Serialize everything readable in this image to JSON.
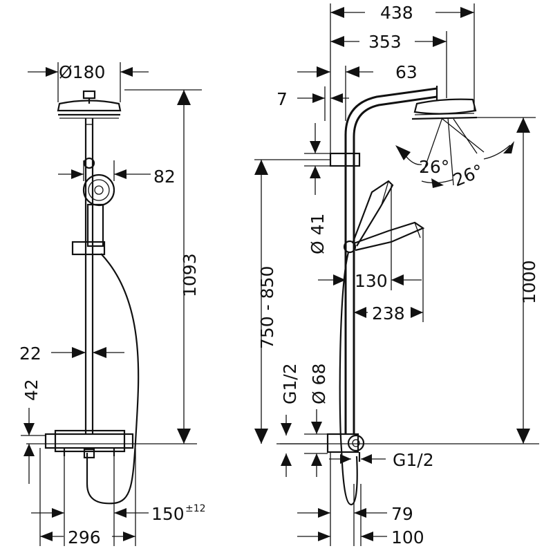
{
  "drawing": {
    "front_view": {
      "dims": {
        "head_diameter": "Ø180",
        "hand_shower_width": "82",
        "total_height": "1093",
        "rail_diameter": "22",
        "offset_height": "42",
        "hose_length": "150",
        "hose_tolerance": "±12",
        "center_distance": "296"
      }
    },
    "side_view": {
      "dims": {
        "total_depth": "438",
        "arm_depth": "353",
        "arm_offset": "63",
        "wall_offset": "7",
        "tilt_angle_1": "26°",
        "tilt_angle_2": "26°",
        "holder_diameter": "Ø 41",
        "height_range": "750 - 850",
        "hand_shower_reach_1": "130",
        "hand_shower_reach_2": "238",
        "outlet_height": "1000",
        "connection_1": "G1/2",
        "connection_diameter": "Ø 68",
        "connection_2": "G1/2",
        "mixer_depth": "79",
        "mixer_depth_total": "100"
      }
    }
  }
}
